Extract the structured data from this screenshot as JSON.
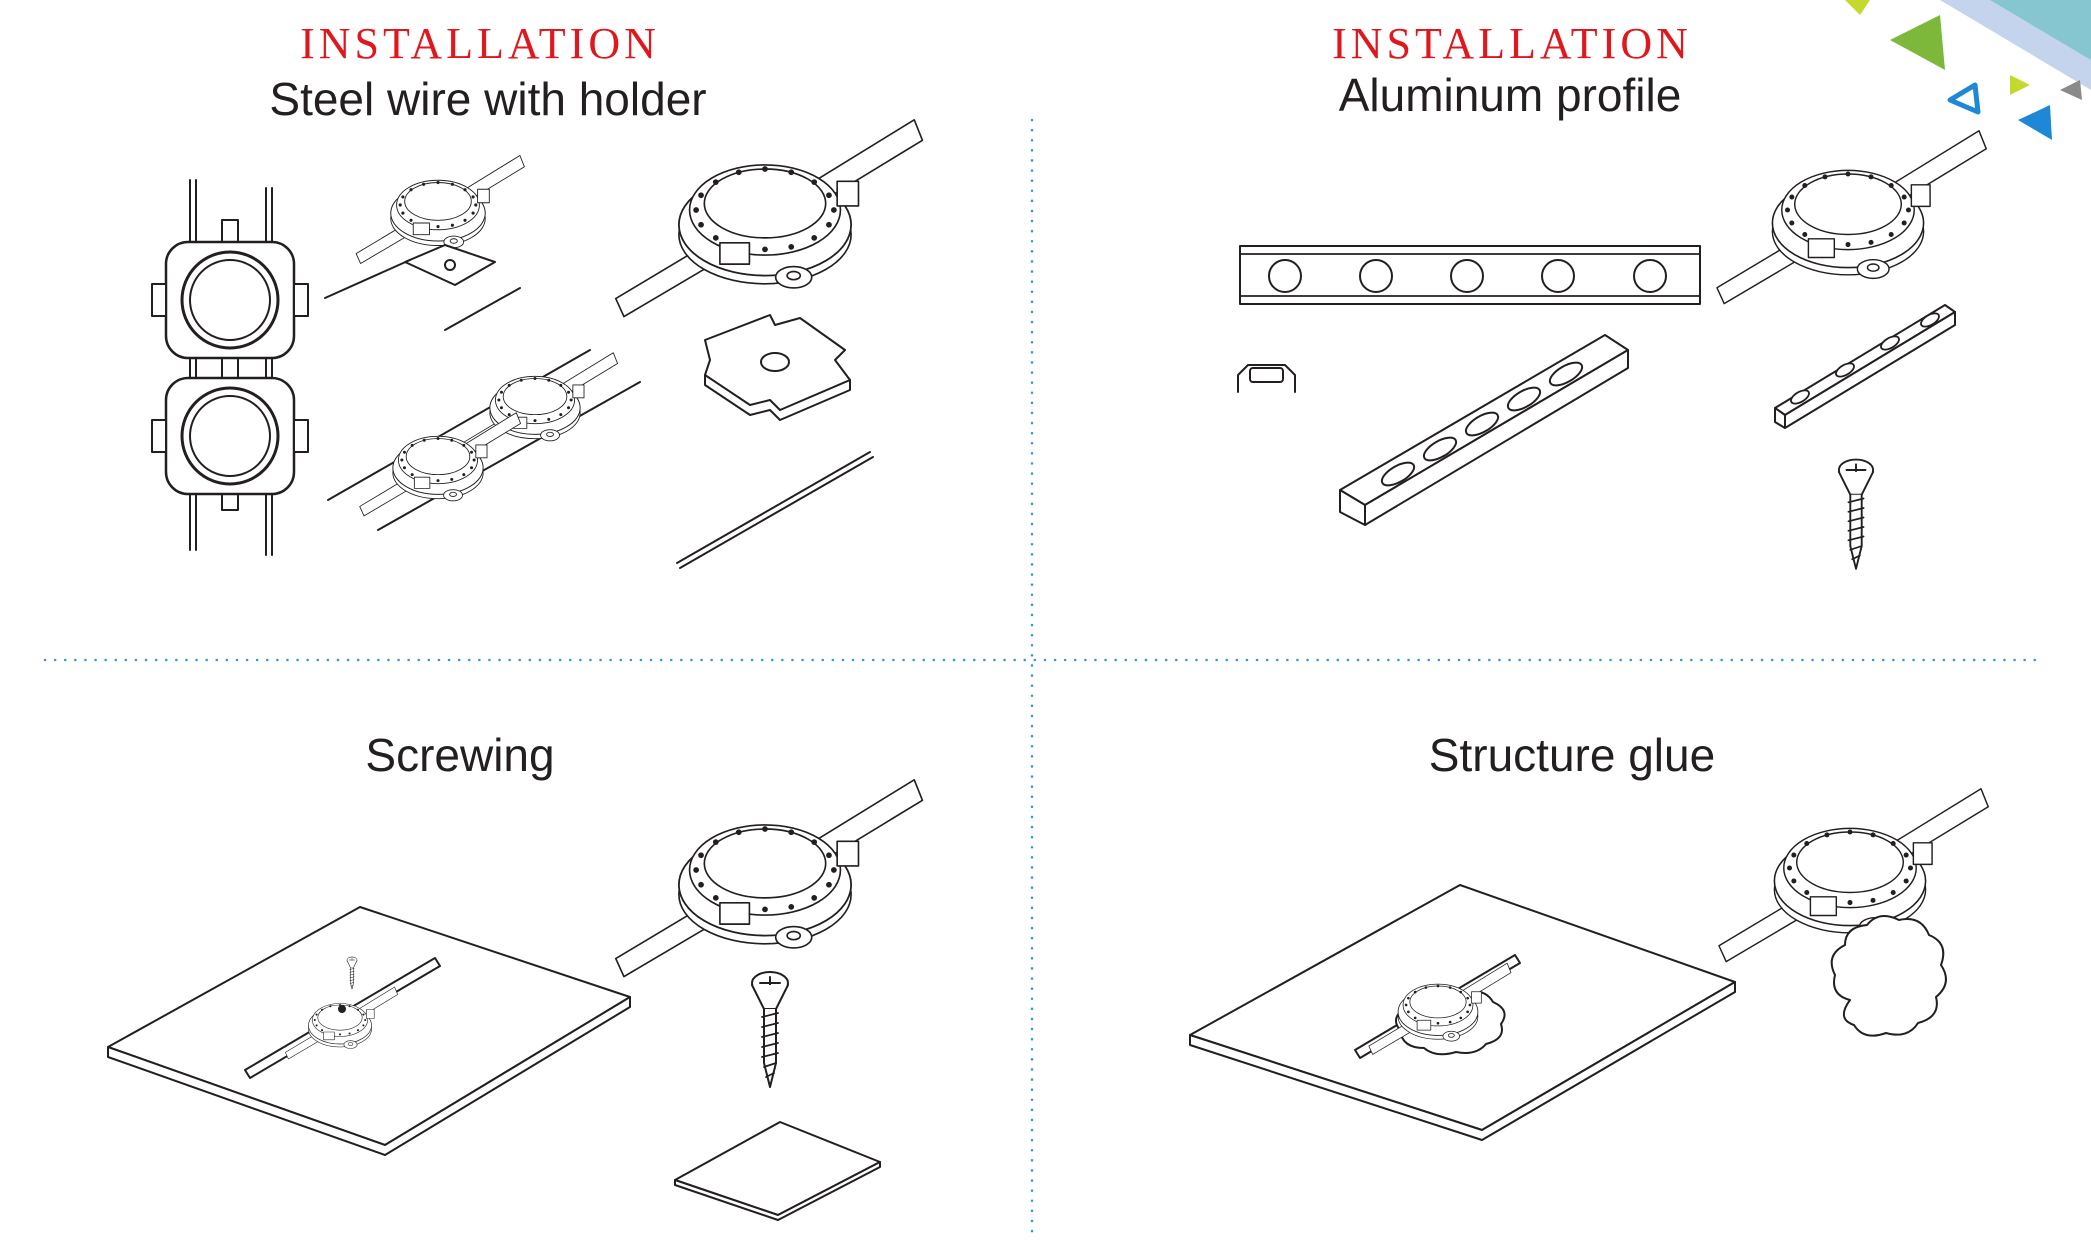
{
  "colors": {
    "heading_red": "#e0181e",
    "text": "#231f20",
    "divider": "#2b9cd8",
    "line": "#231f20",
    "deco_green": "#7db83a",
    "deco_lime": "#c5d92d",
    "deco_blue": "#1e88d6",
    "deco_gray": "#8a8a8a"
  },
  "panels": [
    {
      "kicker": "INSTALLATION",
      "title": "Steel wire with holder"
    },
    {
      "kicker": "INSTALLATION",
      "title": "Aluminum profile"
    },
    {
      "kicker": "",
      "title": "Screwing"
    },
    {
      "kicker": "",
      "title": "Structure glue"
    }
  ],
  "icons": [
    "led-module-icon",
    "steel-wire-icon",
    "holder-icon",
    "aluminum-profile-icon",
    "screw-icon",
    "plate-icon",
    "glue-icon",
    "corner-decoration-icon"
  ]
}
